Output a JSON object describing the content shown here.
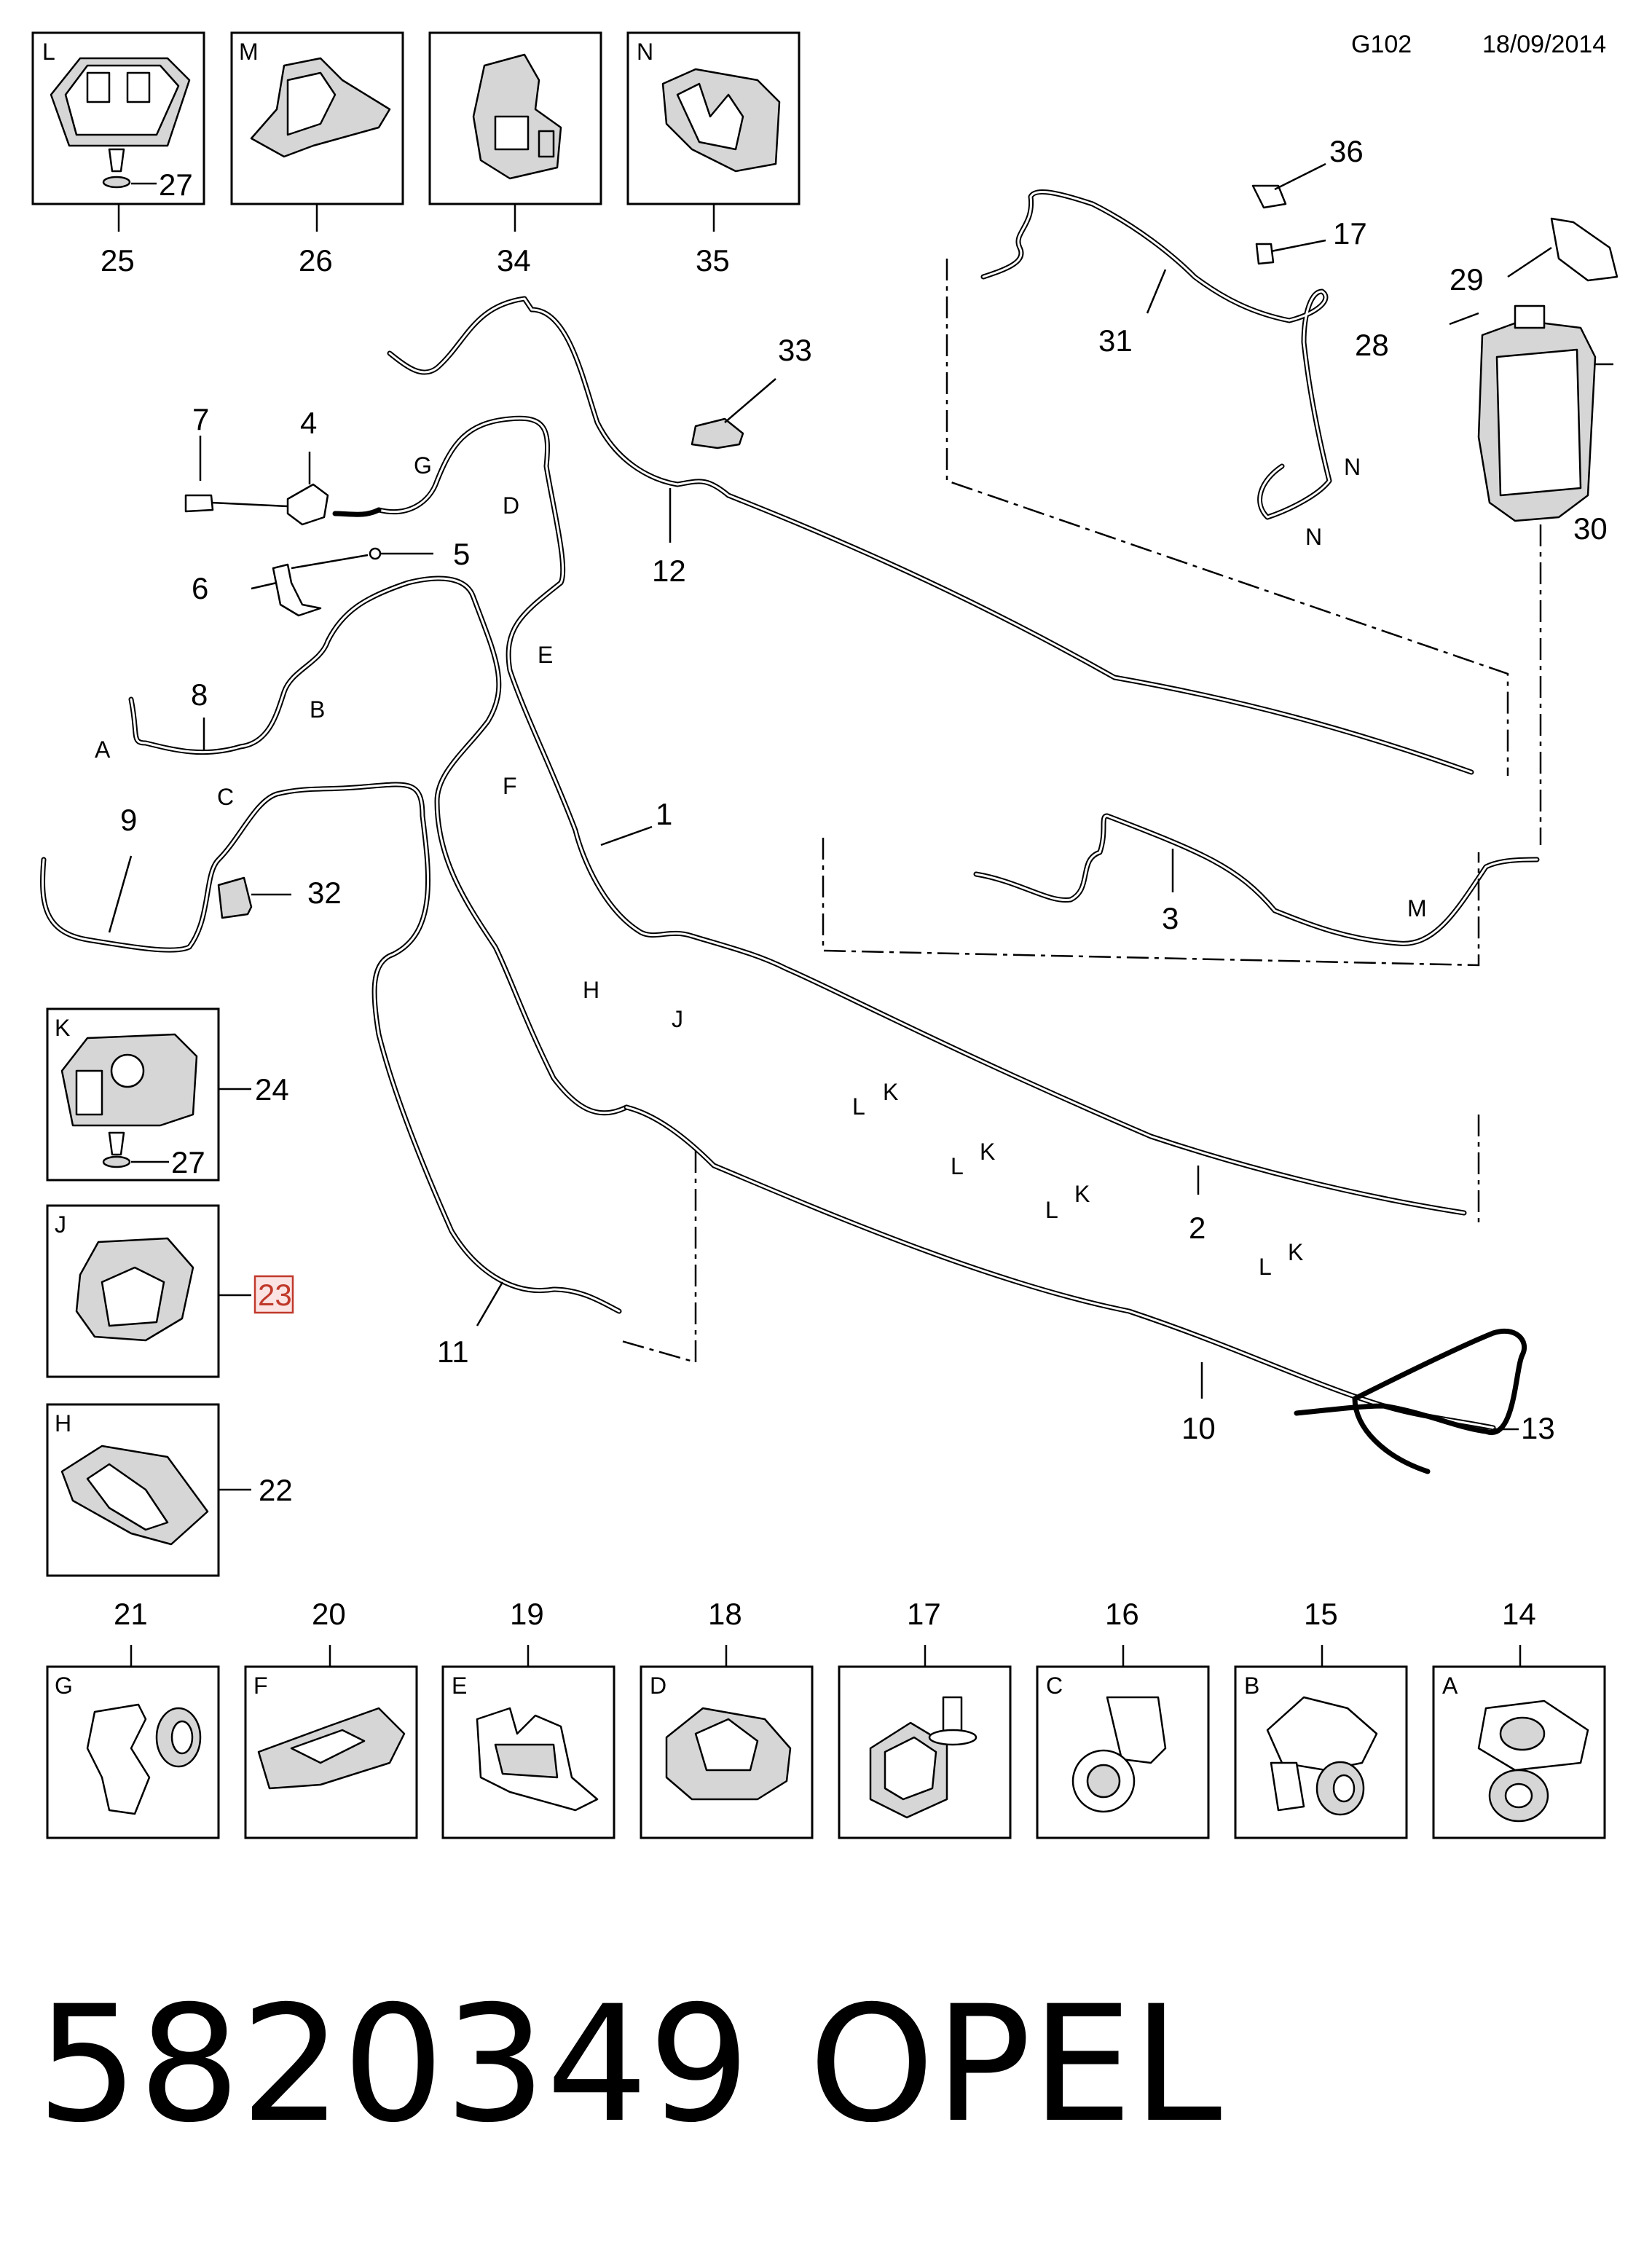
{
  "header": {
    "code": "G102",
    "date": "18/09/2014"
  },
  "footer": {
    "part_number": "5820349",
    "brand": "OPEL"
  },
  "callouts": {
    "c1": "1",
    "c2": "2",
    "c3": "3",
    "c4": "4",
    "c5": "5",
    "c6": "6",
    "c7": "7",
    "c8": "8",
    "c9": "9",
    "c10": "10",
    "c11": "11",
    "c12": "12",
    "c13": "13",
    "c14": "14",
    "c15": "15",
    "c16": "16",
    "c17": "17",
    "c17b": "17",
    "c18": "18",
    "c19": "19",
    "c20": "20",
    "c21": "21",
    "c22": "22",
    "c23": "23",
    "c24": "24",
    "c25": "25",
    "c26": "26",
    "c27a": "27",
    "c27b": "27",
    "c28": "28",
    "c29": "29",
    "c30": "30",
    "c31": "31",
    "c32": "32",
    "c33": "33",
    "c34": "34",
    "c35": "35",
    "c36": "36"
  },
  "clip_letters": {
    "A": "A",
    "B": "B",
    "C": "C",
    "D": "D",
    "E": "E",
    "F": "F",
    "G": "G",
    "H": "H",
    "J": "J",
    "K1": "K",
    "K2": "K",
    "K3": "K",
    "K4": "K",
    "L1": "L",
    "L2": "L",
    "L3": "L",
    "L4": "L",
    "M": "M",
    "N1": "N",
    "N2": "N"
  },
  "inset_boxes": {
    "top": [
      {
        "letter": "L",
        "callout": "25"
      },
      {
        "letter": "M",
        "callout": "26"
      },
      {
        "letter": "",
        "callout": "34"
      },
      {
        "letter": "N",
        "callout": "35"
      }
    ],
    "left": [
      {
        "letter": "K",
        "callout": "24"
      },
      {
        "letter": "J",
        "callout": "23"
      },
      {
        "letter": "H",
        "callout": "22"
      }
    ],
    "bottom": [
      {
        "letter": "G",
        "callout": "21"
      },
      {
        "letter": "F",
        "callout": "20"
      },
      {
        "letter": "E",
        "callout": "19"
      },
      {
        "letter": "D",
        "callout": "18"
      },
      {
        "letter": "",
        "callout": "17"
      },
      {
        "letter": "C",
        "callout": "16"
      },
      {
        "letter": "B",
        "callout": "15"
      },
      {
        "letter": "A",
        "callout": "14"
      }
    ]
  },
  "highlight": {
    "callout": "23",
    "color": "#c0392b"
  }
}
